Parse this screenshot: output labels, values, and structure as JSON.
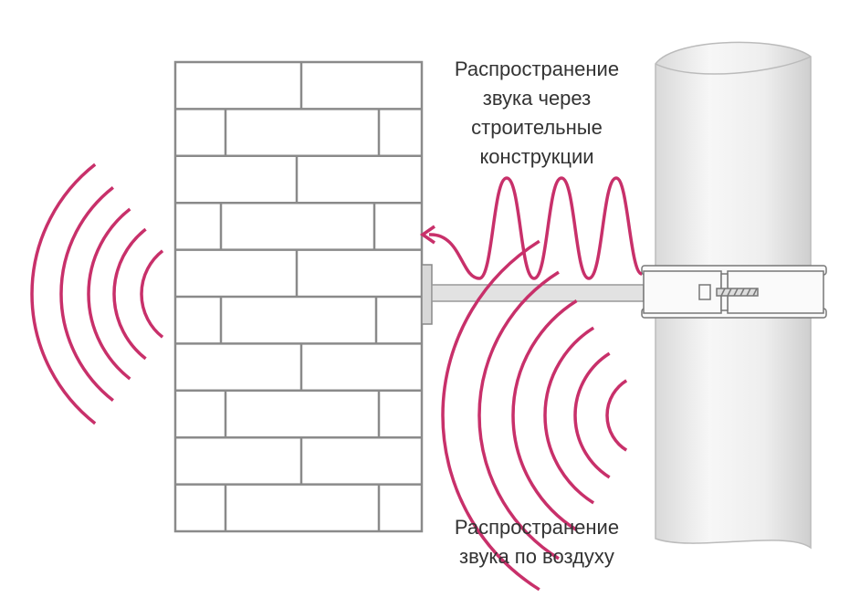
{
  "labels": {
    "structure_borne": [
      "Распространение",
      "звука через",
      "строительные",
      "конструкции"
    ],
    "airborne": [
      "Распространение",
      "звука по воздуху"
    ]
  },
  "colors": {
    "wave": "#c8306a",
    "line": "#8a8a8a",
    "pipe": "#eeeeee"
  }
}
